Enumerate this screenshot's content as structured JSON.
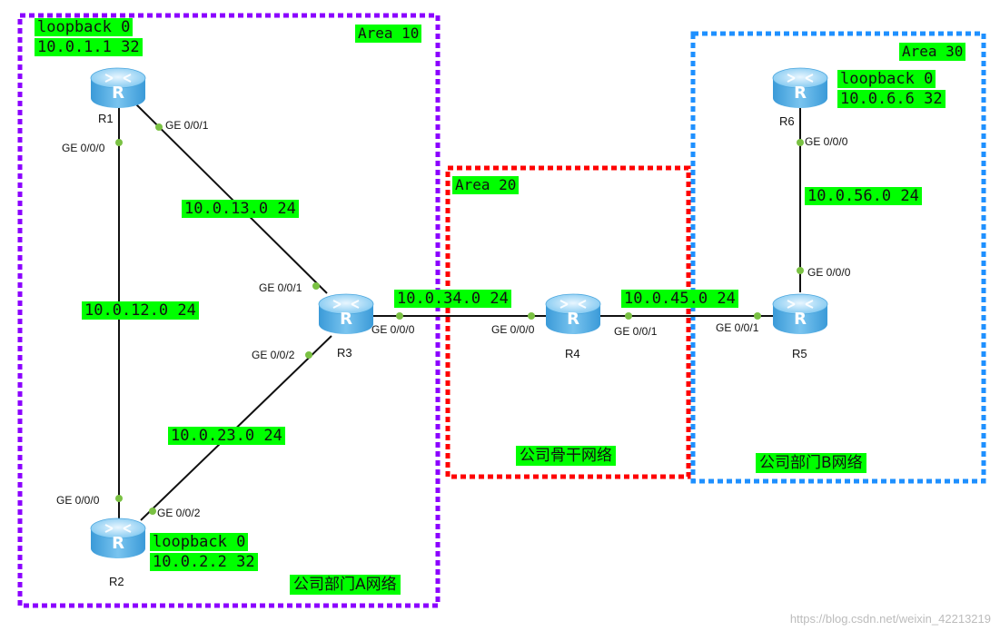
{
  "areas": [
    {
      "id": "area10",
      "label": "Area 10",
      "color": "#8b00ff",
      "dept": "公司部门A网络"
    },
    {
      "id": "area20",
      "label": "Area 20",
      "color": "#ff0000",
      "dept": "公司骨干网络"
    },
    {
      "id": "area30",
      "label": "Area 30",
      "color": "#1e90ff",
      "dept": "公司部门B网络"
    }
  ],
  "routers": [
    {
      "id": "R1",
      "name": "R1"
    },
    {
      "id": "R2",
      "name": "R2"
    },
    {
      "id": "R3",
      "name": "R3"
    },
    {
      "id": "R4",
      "name": "R4"
    },
    {
      "id": "R5",
      "name": "R5"
    },
    {
      "id": "R6",
      "name": "R6"
    }
  ],
  "loopbacks": {
    "r1": [
      "loopback 0",
      "10.0.1.1 32"
    ],
    "r2": [
      "loopback 0",
      "10.0.2.2 32"
    ],
    "r6": [
      "loopback 0",
      "10.0.6.6 32"
    ]
  },
  "links": {
    "r1_r3": "10.0.13.0 24",
    "r1_r2": "10.0.12.0 24",
    "r2_r3": "10.0.23.0 24",
    "r3_r4": "10.0.34.0 24",
    "r4_r5": "10.0.45.0 24",
    "r5_r6": "10.0.56.0 24"
  },
  "ports": {
    "r1_g001": "GE 0/0/1",
    "r1_g000": "GE 0/0/0",
    "r3_g001": "GE 0/0/1",
    "r3_g000": "GE 0/0/0",
    "r3_g002": "GE 0/0/2",
    "r2_g000": "GE 0/0/0",
    "r2_g002": "GE 0/0/2",
    "r4_g000": "GE 0/0/0",
    "r4_g001": "GE 0/0/1",
    "r5_g001": "GE 0/0/1",
    "r5_g000": "GE 0/0/0",
    "r6_g000": "GE 0/0/0"
  },
  "watermark": "https://blog.csdn.net/weixin_42213219",
  "colors": {
    "label_bg": "#00ff00",
    "port_dot": "#7ac143",
    "router_body": "#5fb7ec"
  }
}
